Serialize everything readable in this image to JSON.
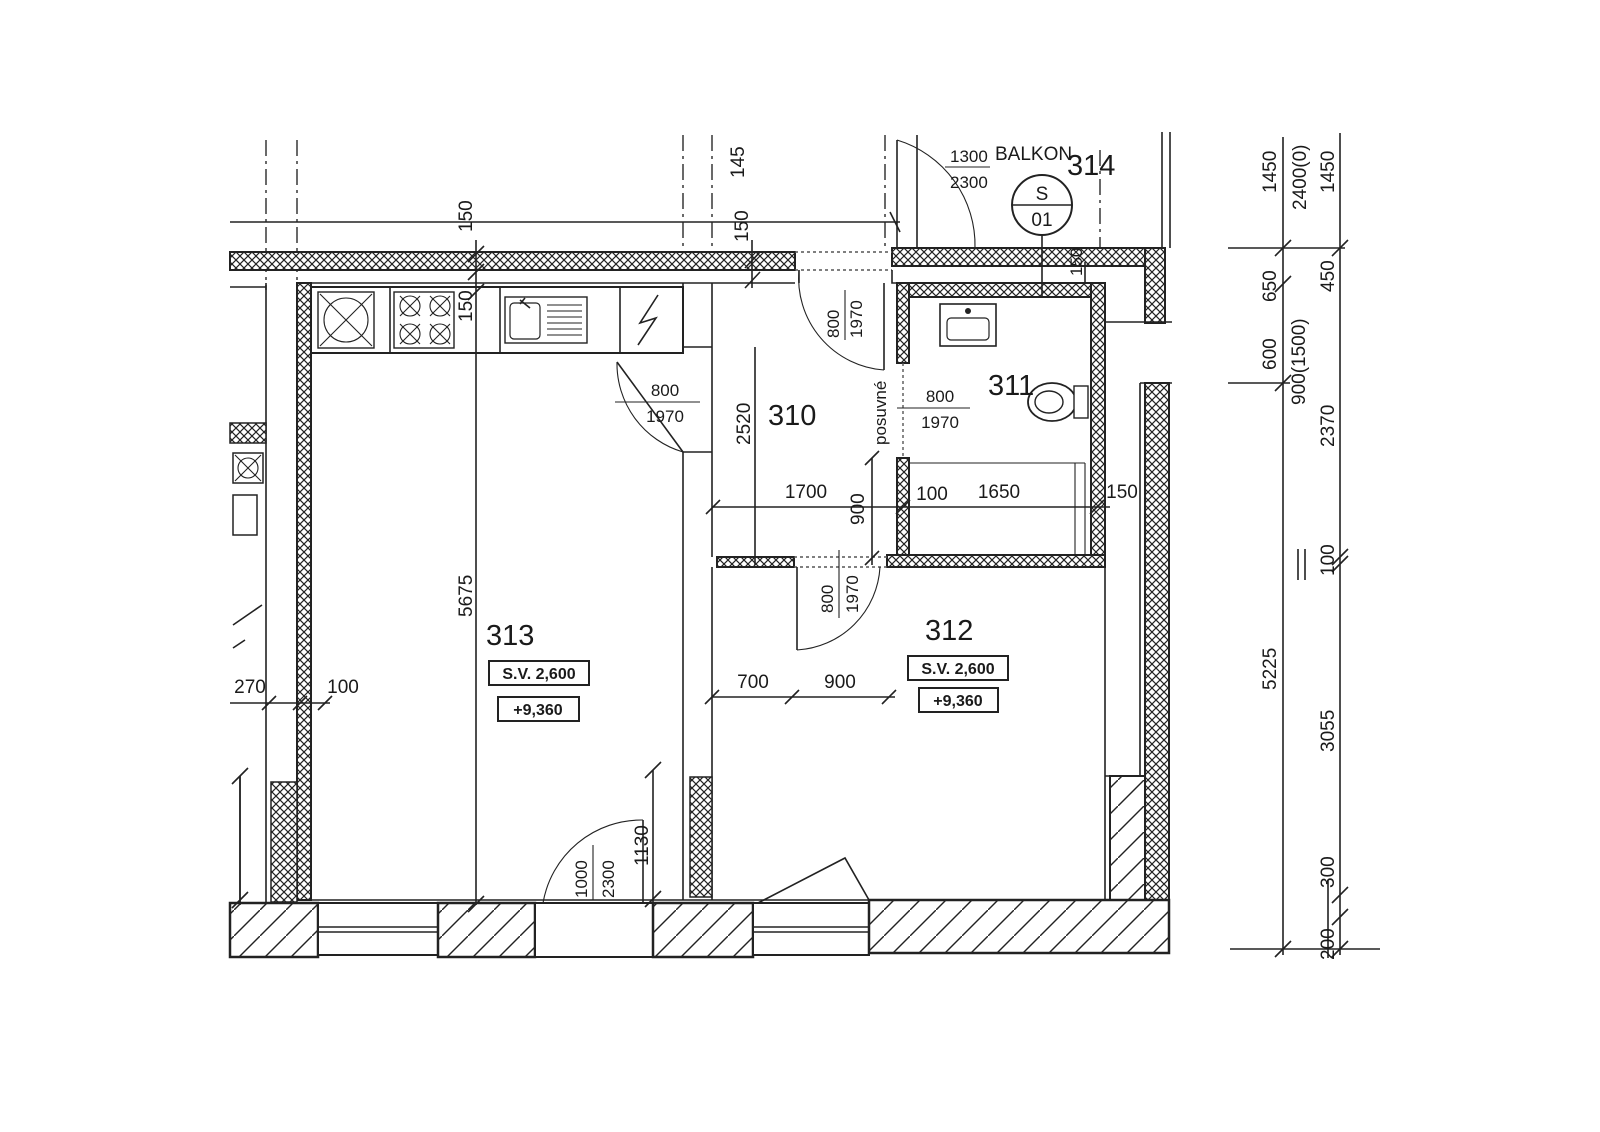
{
  "labels": {
    "balkon": "BALKON",
    "room_314": "314",
    "section_top": "S",
    "section_bottom": "01",
    "room_313": "313",
    "room_312": "312",
    "room_311": "311",
    "room_310": "310",
    "posuvne": "posuvné"
  },
  "rooms": {
    "r313": {
      "sv": "S.V. 2,600",
      "level": "+9,360"
    },
    "r312": {
      "sv": "S.V. 2,600",
      "level": "+9,360"
    }
  },
  "dims": {
    "d150a": "150",
    "d150b": "150",
    "d150c": "150",
    "d145": "145",
    "d1300": "1300",
    "d2300": "2300",
    "d150d": "150",
    "d800_310": "800",
    "d1970_310": "1970",
    "d800_313": "800",
    "d1970_313": "1970",
    "d2520": "2520",
    "d800_311": "800",
    "d1970_311": "1970",
    "d1700": "1700",
    "d900v": "900",
    "d100": "100",
    "d1650": "1650",
    "d150e": "150",
    "d800_312": "800",
    "d1970_312": "1970",
    "d5675": "5675",
    "d270": "270",
    "d100b": "100",
    "d700": "700",
    "d900h": "900",
    "d1000": "1000",
    "d2300b": "2300",
    "d1130": "1130",
    "r1450a": "1450",
    "r2400": "2400(0)",
    "r1450b": "1450",
    "r650": "650",
    "r450": "450",
    "r600": "600",
    "r900": "900(1500)",
    "r2370": "2370",
    "r100": "100",
    "r5225": "5225",
    "r3055": "3055",
    "r300": "300",
    "r200": "200"
  }
}
